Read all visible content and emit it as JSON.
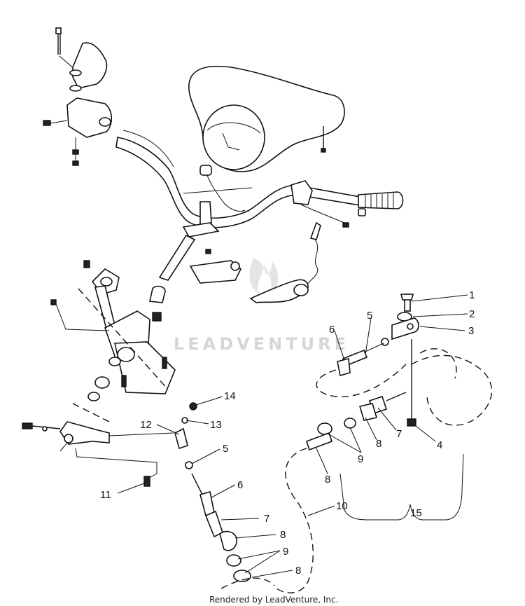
{
  "callouts": [
    {
      "num": "1"
    },
    {
      "num": "2"
    },
    {
      "num": "3"
    },
    {
      "num": "5"
    },
    {
      "num": "6"
    },
    {
      "num": "7"
    },
    {
      "num": "8"
    },
    {
      "num": "4"
    },
    {
      "num": "9"
    },
    {
      "num": "8"
    },
    {
      "num": "14"
    },
    {
      "num": "13"
    },
    {
      "num": "12"
    },
    {
      "num": "5"
    },
    {
      "num": "6"
    },
    {
      "num": "11"
    },
    {
      "num": "10"
    },
    {
      "num": "15"
    },
    {
      "num": "7"
    },
    {
      "num": "8"
    },
    {
      "num": "9"
    },
    {
      "num": "8"
    }
  ],
  "watermark": "LEADVENTURE",
  "footer": "Rendered by LeadVenture, Inc."
}
